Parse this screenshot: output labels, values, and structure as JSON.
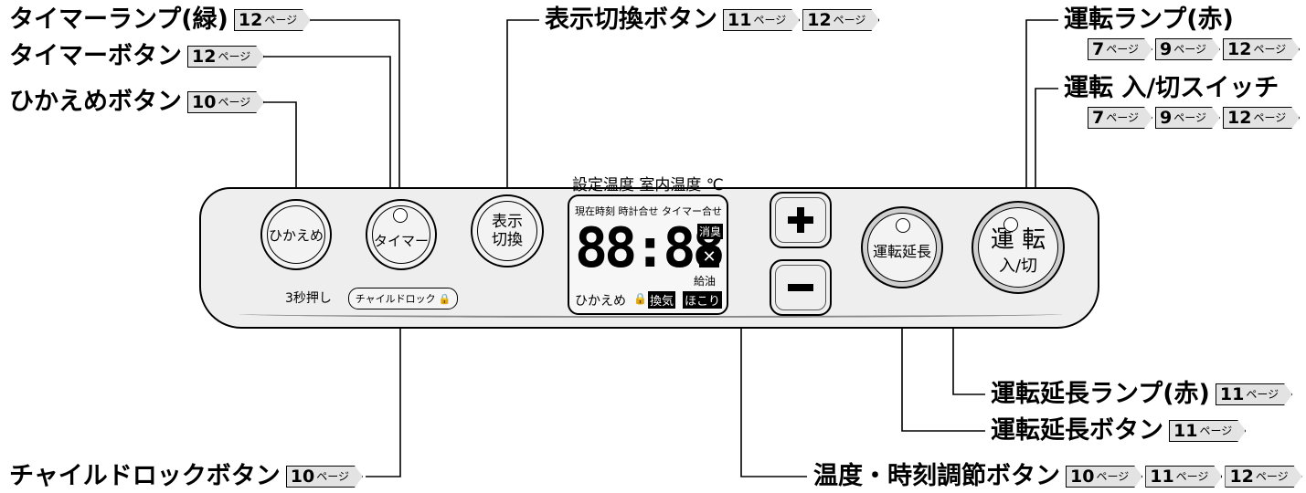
{
  "callouts": {
    "timer_lamp": {
      "label": "タイマーランプ(緑)",
      "refs": [
        {
          "num": "12",
          "unit": "ページ"
        }
      ]
    },
    "timer_button": {
      "label": "タイマーボタン",
      "refs": [
        {
          "num": "12",
          "unit": "ページ"
        }
      ]
    },
    "eco_button": {
      "label": "ひかえめボタン",
      "refs": [
        {
          "num": "10",
          "unit": "ページ"
        }
      ]
    },
    "display_switch": {
      "label": "表示切換ボタン",
      "refs": [
        {
          "num": "11",
          "unit": "ページ"
        },
        {
          "num": "12",
          "unit": "ページ"
        }
      ]
    },
    "run_lamp": {
      "label": "運転ランプ(赤)",
      "refs": [
        {
          "num": "7",
          "unit": "ページ"
        },
        {
          "num": "9",
          "unit": "ページ"
        },
        {
          "num": "12",
          "unit": "ページ"
        }
      ]
    },
    "run_switch": {
      "label": "運転 入/切スイッチ",
      "refs": [
        {
          "num": "7",
          "unit": "ページ"
        },
        {
          "num": "9",
          "unit": "ページ"
        },
        {
          "num": "12",
          "unit": "ページ"
        }
      ]
    },
    "extend_lamp": {
      "label": "運転延長ランプ(赤)",
      "refs": [
        {
          "num": "11",
          "unit": "ページ"
        }
      ]
    },
    "extend_button": {
      "label": "運転延長ボタン",
      "refs": [
        {
          "num": "11",
          "unit": "ページ"
        }
      ]
    },
    "child_lock": {
      "label": "チャイルドロックボタン",
      "refs": [
        {
          "num": "10",
          "unit": "ページ"
        }
      ]
    },
    "temp_time_adjust": {
      "label": "温度・時刻調節ボタン",
      "refs": [
        {
          "num": "10",
          "unit": "ページ"
        },
        {
          "num": "11",
          "unit": "ページ"
        },
        {
          "num": "12",
          "unit": "ページ"
        }
      ]
    }
  },
  "panel": {
    "temp_header": "設定温度 室内温度 ℃",
    "eco_label": "ひかえめ",
    "timer_label": "タイマー",
    "display_label_1": "表示",
    "display_label_2": "切換",
    "three_sec": "3秒押し",
    "child_lock_label": "チャイルドロック",
    "extend_label": "運転延長",
    "run_label_1": "運 転",
    "run_label_2": "入/切",
    "lcd": {
      "top_row": "現在時刻 時計合せ タイマー合せ",
      "digits": "88:88",
      "deodorize": "消臭",
      "refuel": "給油",
      "bottom_eco": "ひかえめ",
      "ventilation": "換気",
      "dust": "ほこり"
    }
  },
  "colors": {
    "ref_tag_bg": "#e3e3e3",
    "panel_bg": "#eeeeee",
    "outline": "#000000"
  }
}
